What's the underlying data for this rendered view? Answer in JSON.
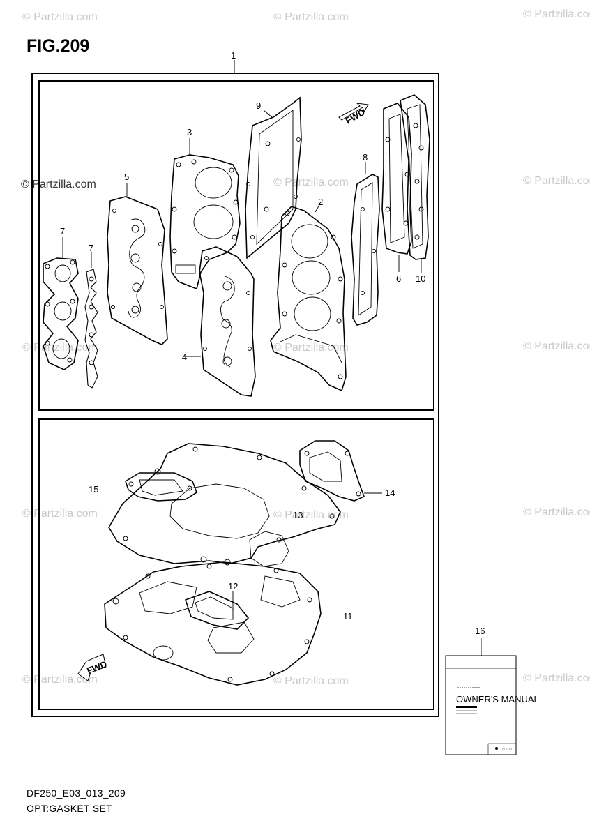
{
  "figure": {
    "title": "FIG.209"
  },
  "watermark": {
    "text": "© Partzilla.com"
  },
  "footer": {
    "code": "DF250_E03_013_209",
    "name": "OPT:GASKET SET"
  },
  "fwd_label": "FWD",
  "callouts": [
    {
      "id": "1",
      "text": "1"
    },
    {
      "id": "2",
      "text": "2"
    },
    {
      "id": "3",
      "text": "3"
    },
    {
      "id": "4",
      "text": "4"
    },
    {
      "id": "5",
      "text": "5"
    },
    {
      "id": "6",
      "text": "6"
    },
    {
      "id": "7a",
      "text": "7"
    },
    {
      "id": "7b",
      "text": "7"
    },
    {
      "id": "8",
      "text": "8"
    },
    {
      "id": "9",
      "text": "9"
    },
    {
      "id": "10",
      "text": "10"
    },
    {
      "id": "11",
      "text": "11"
    },
    {
      "id": "12",
      "text": "12"
    },
    {
      "id": "13",
      "text": "13"
    },
    {
      "id": "14",
      "text": "14"
    },
    {
      "id": "15",
      "text": "15"
    },
    {
      "id": "16",
      "text": "16"
    }
  ],
  "manual": {
    "heading": "OWNER'S MANUAL"
  }
}
